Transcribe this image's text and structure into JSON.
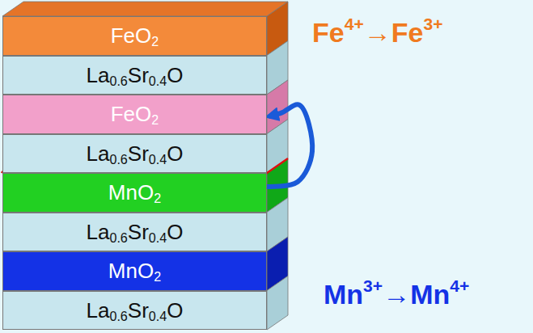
{
  "diagram": {
    "nodes": [
      {
        "text": [
          "FeO2"
        ]
      },
      {
        "text": [
          "La0.6Sr0.4O"
        ]
      },
      {
        "text": [
          "FeO2"
        ]
      },
      {
        "text": [
          "La0.6Sr0.4O"
        ]
      },
      {
        "text": [
          "MnO2"
        ]
      },
      {
        "text": [
          "La0.6Sr0.4O"
        ]
      },
      {
        "text": [
          "MnO2"
        ]
      },
      {
        "text": [
          "La0.6Sr0.4O"
        ]
      }
    ],
    "edges": [
      {
        "from": 4,
        "to": 2,
        "arrow": "to"
      }
    ],
    "labels": [
      "Fe4+→Fe3+",
      "Mn3+→Mn4+"
    ]
  }
}
